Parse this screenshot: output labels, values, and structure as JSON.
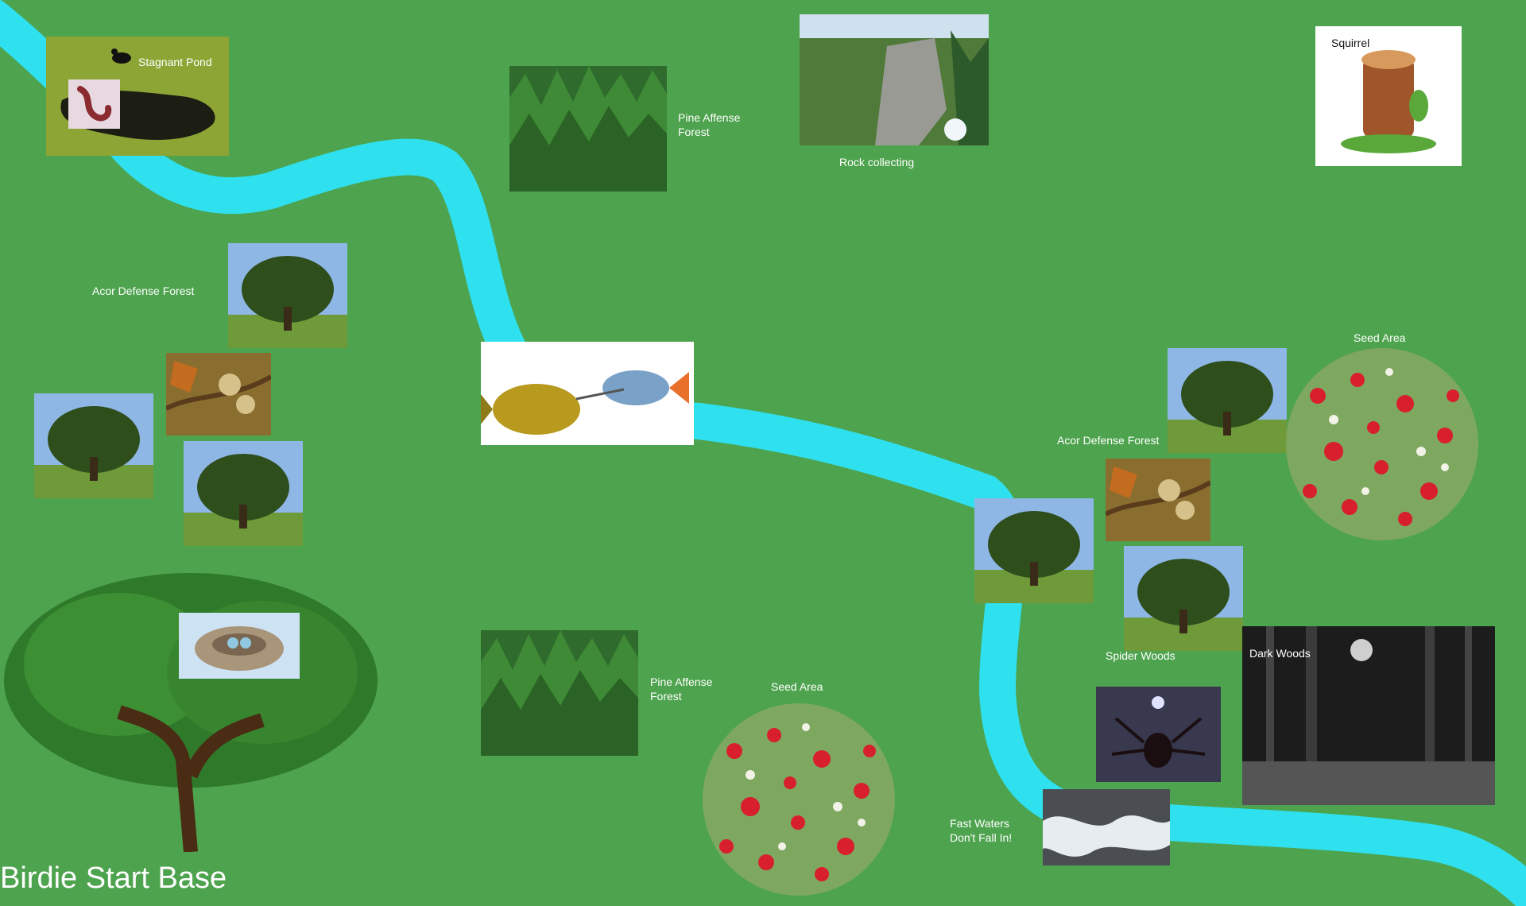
{
  "board": {
    "title": "Birdie Start Base",
    "background": "#4ea34e",
    "river_color": "#2fe0ef"
  },
  "labels": {
    "stagnant_pond": "Stagnant Pond",
    "pine_forest_top": "Pine Affense Forest",
    "rock_collecting": "Rock collecting",
    "squirrel": "Squirrel",
    "acor_forest_left": "Acor Defense Forest",
    "seed_area_right": "Seed Area",
    "acor_forest_right": "Acor Defense Forest",
    "spider_woods": "Spider Woods",
    "dark_woods": "Dark Woods",
    "pine_forest_bottom": "Pine Affense Forest",
    "seed_area_bottom": "Seed Area",
    "fast_waters": "Fast Waters Don't Fall In!"
  },
  "images": [
    "pond-photo",
    "worm-photo",
    "pine-forest-photo",
    "cliff-photo",
    "squirrel-stump-illustration",
    "oak-tree-photo",
    "acorn-branch-photo",
    "piranha-fish-illustration",
    "flower-meadow-photo",
    "bird-nest-photo",
    "large-tree-illustration",
    "spider-photo",
    "dark-forest-photo",
    "rapids-photo"
  ]
}
